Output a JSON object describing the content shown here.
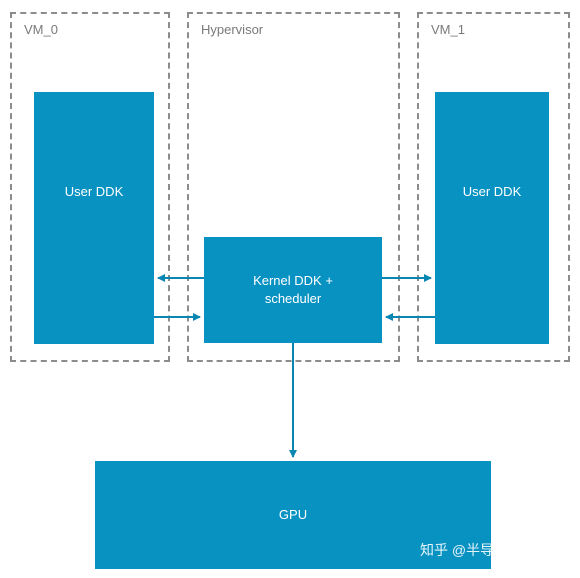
{
  "frames": {
    "vm0": "VM_0",
    "hypervisor": "Hypervisor",
    "vm1": "VM_1"
  },
  "blocks": {
    "user_ddk_left": "User DDK",
    "user_ddk_right": "User DDK",
    "kernel_line1": "Kernel DDK +",
    "kernel_line2": "scheduler",
    "gpu": "GPU"
  },
  "watermark": "知乎 @半导体行业观察",
  "colors": {
    "block": "#0892c2",
    "arrow": "#0a86b3",
    "frame_border": "#8c8c8c"
  }
}
